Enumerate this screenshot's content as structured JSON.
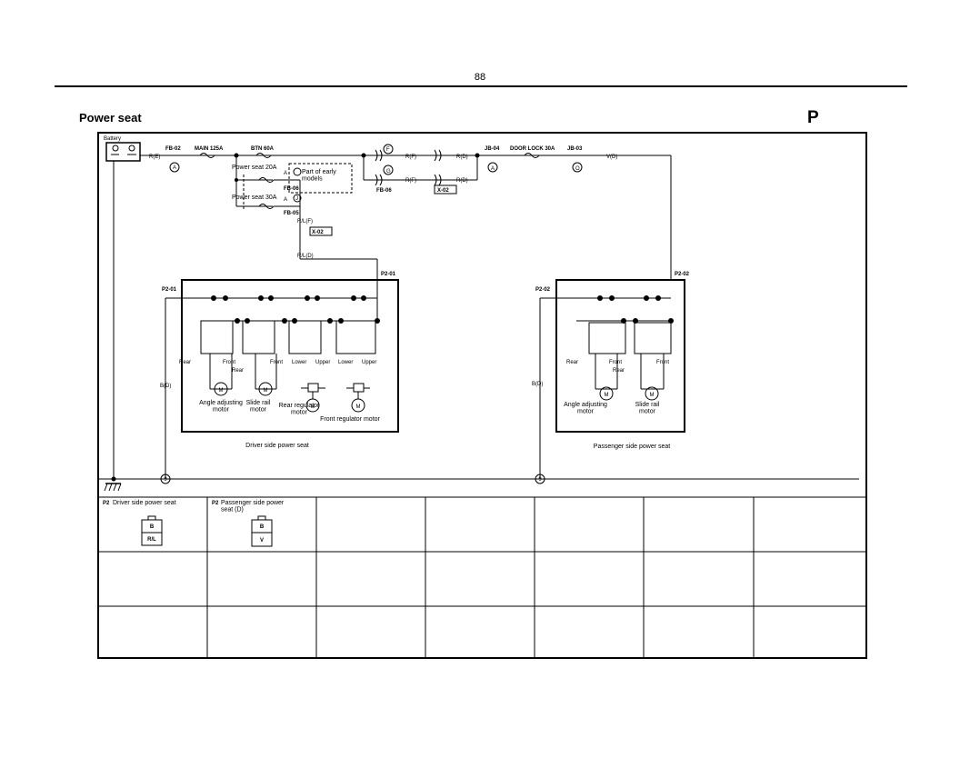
{
  "header": {
    "page_number": "88",
    "section_title": "Power seat",
    "section_letter": "P"
  },
  "power_supply": {
    "battery": "Battery",
    "fb02": "FB-02",
    "main_fuse": "MAIN 125A",
    "btn_fuse": "BTN 60A",
    "wire_re": "R(E)",
    "conn_a1": "A",
    "power_seat_20a": "Power seat 20A",
    "power_seat_30a": "Power seat 30A",
    "part_note": "Part of early\nmodels",
    "fb06a": "FB-06",
    "fb05": "FB-05",
    "conn_a2": "A",
    "conn_a3": "A",
    "conn_j": "J",
    "wire_rlf": "R/L(F)",
    "wire_rld": "R/L(D)",
    "x02a": "X-02",
    "conn_f": "F",
    "conn_g": "G",
    "wire_rf1": "R(F)",
    "wire_rf2": "R(F)",
    "wire_rd1": "R(D)",
    "wire_rd2": "R(D)",
    "fb06b": "FB-06",
    "x02b": "X-02",
    "jb04": "JB-04",
    "conn_a4": "A",
    "door_lock_fuse": "DOOR LOCK 30A",
    "jb03": "JB-03",
    "conn_o": "O",
    "wire_vd": "V(D)"
  },
  "driver_seat": {
    "connector": "P2-01",
    "connector_right": "P2-01",
    "ground_wire": "B(D)",
    "sw_rear": "Rear",
    "sw_front": "Front",
    "sw_rear2": "Rear",
    "sw_front2": "Front",
    "sw_lower": "Lower",
    "sw_upper": "Upper",
    "sw_lower2": "Lower",
    "sw_upper2": "Upper",
    "motor_angle": "Angle adjusting\nmotor",
    "motor_slide": "Slide rail\nmotor",
    "motor_rear_reg": "Rear regulator\nmotor",
    "motor_front_reg": "Front regulator motor",
    "caption": "Driver side power seat"
  },
  "passenger_seat": {
    "connector": "P2-02",
    "connector_right": "P2-02",
    "ground_wire": "B(D)",
    "sw_rear": "Rear",
    "sw_front": "Front",
    "sw_rear2": "Rear",
    "sw_front2": "Front",
    "motor_angle": "Angle adjusting\nmotor",
    "motor_slide": "Slide rail\nmotor",
    "caption": "Passenger side power seat"
  },
  "ground": {
    "point1": "9",
    "point2": "9",
    "motor_symbol": "M"
  },
  "connector_table": {
    "cells": [
      {
        "id": "P2",
        "title": "Driver side power seat",
        "pin_top": "B",
        "pin_bottom": "R/L"
      },
      {
        "id": "P2",
        "title": "Passenger side power\nseat (D)",
        "pin_top": "B",
        "pin_bottom": "V"
      }
    ]
  }
}
